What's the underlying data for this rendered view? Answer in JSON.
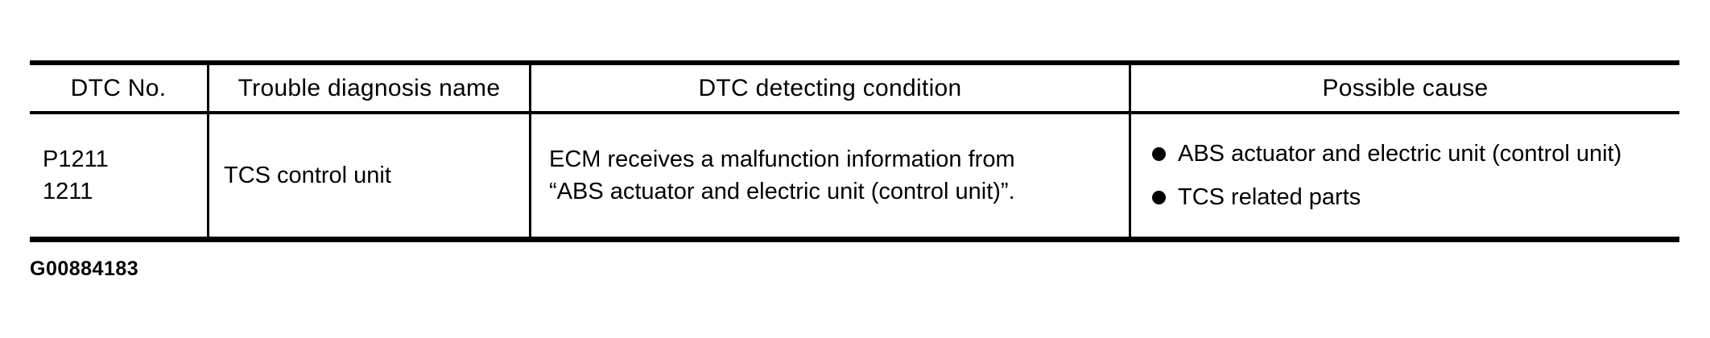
{
  "table": {
    "headers": [
      "DTC No.",
      "Trouble diagnosis name",
      "DTC detecting condition",
      "Possible cause"
    ],
    "row": {
      "dtc_no": {
        "lines": [
          "P1211",
          "1211"
        ]
      },
      "trouble_diagnosis_name": "TCS control unit",
      "dtc_detecting_condition": {
        "lines": [
          "ECM receives a malfunction information from",
          "“ABS actuator and electric unit (control unit)”."
        ]
      },
      "possible_cause": {
        "items": [
          "ABS actuator and electric unit (control unit)",
          "TCS related parts"
        ]
      }
    }
  },
  "figure_id": "G00884183",
  "colors": {
    "ink": "#000000",
    "paper": "#ffffff"
  }
}
